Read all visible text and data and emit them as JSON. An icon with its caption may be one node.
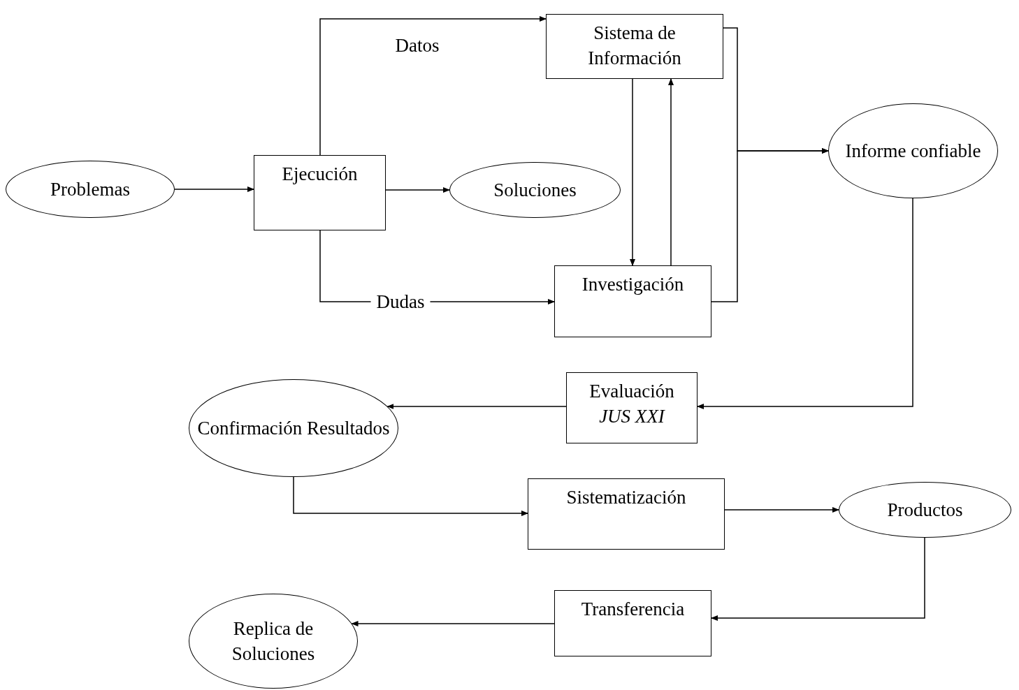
{
  "diagram": {
    "nodes": [
      {
        "text": [
          "Problemas"
        ]
      },
      {
        "text": [
          "Ejecución"
        ]
      },
      {
        "text": [
          "Soluciones"
        ]
      },
      {
        "text": [
          "Sistema de Información"
        ]
      },
      {
        "text": [
          "Investigación"
        ]
      },
      {
        "text": [
          "Informe confiable"
        ]
      },
      {
        "text": [
          "Evaluación",
          "*JUS XXI*"
        ]
      },
      {
        "text": [
          "Confirmación Resultados"
        ]
      },
      {
        "text": [
          "Sistematización"
        ]
      },
      {
        "text": [
          "Productos"
        ]
      },
      {
        "text": [
          "Transferencia"
        ]
      },
      {
        "text": [
          "Replica de Soluciones"
        ]
      }
    ],
    "edges": [
      {
        "from": 0,
        "to": 1,
        "arrow": "to"
      },
      {
        "from": 1,
        "to": 2,
        "arrow": "to"
      },
      {
        "from": 1,
        "to": 3,
        "arrow": "to",
        "label": "Datos"
      },
      {
        "from": 1,
        "to": 4,
        "arrow": "to",
        "label": "Dudas"
      },
      {
        "from": 3,
        "to": 4,
        "arrow": "to"
      },
      {
        "from": 4,
        "to": 3,
        "arrow": "to"
      },
      {
        "from": 3,
        "to": 5,
        "arrow": "to"
      },
      {
        "from": 4,
        "to": 5,
        "arrow": "to"
      },
      {
        "from": 5,
        "to": 6,
        "arrow": "to"
      },
      {
        "from": 6,
        "to": 7,
        "arrow": "to"
      },
      {
        "from": 7,
        "to": 8,
        "arrow": "to"
      },
      {
        "from": 8,
        "to": 9,
        "arrow": "to"
      },
      {
        "from": 9,
        "to": 10,
        "arrow": "to"
      },
      {
        "from": 10,
        "to": 11,
        "arrow": "to"
      }
    ]
  }
}
